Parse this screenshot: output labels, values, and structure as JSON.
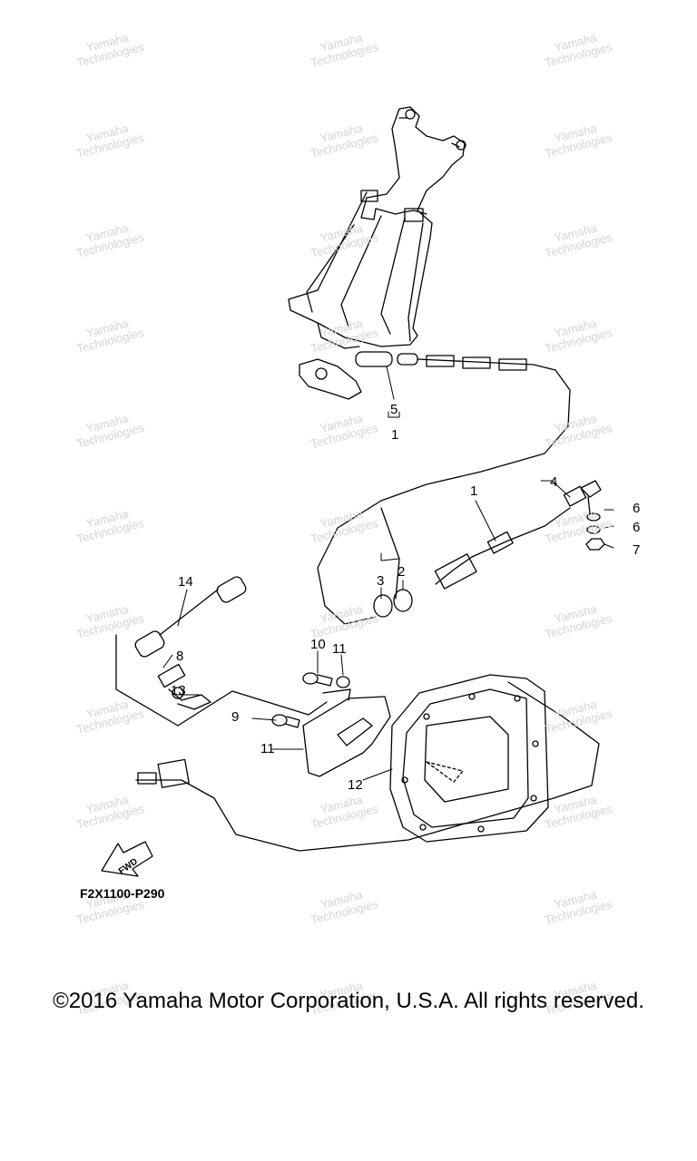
{
  "diagram": {
    "callouts": [
      {
        "id": "1",
        "label": "1"
      },
      {
        "id": "1b",
        "label": "1"
      },
      {
        "id": "2",
        "label": "2"
      },
      {
        "id": "3",
        "label": "3"
      },
      {
        "id": "4",
        "label": "4"
      },
      {
        "id": "5",
        "label": "5"
      },
      {
        "id": "6a",
        "label": "6"
      },
      {
        "id": "6b",
        "label": "6"
      },
      {
        "id": "7",
        "label": "7"
      },
      {
        "id": "8",
        "label": "8"
      },
      {
        "id": "9",
        "label": "9"
      },
      {
        "id": "10",
        "label": "10"
      },
      {
        "id": "11a",
        "label": "11"
      },
      {
        "id": "11b",
        "label": "11"
      },
      {
        "id": "12",
        "label": "12"
      },
      {
        "id": "13",
        "label": "13"
      },
      {
        "id": "14",
        "label": "14"
      }
    ],
    "fwd_label": "FWD",
    "drawing_code": "F2X1100-P290",
    "watermark": "Yamaha\nTechnologies"
  },
  "footer": {
    "copyright": "©2016 Yamaha Motor Corporation, U.S.A. All rights reserved."
  }
}
